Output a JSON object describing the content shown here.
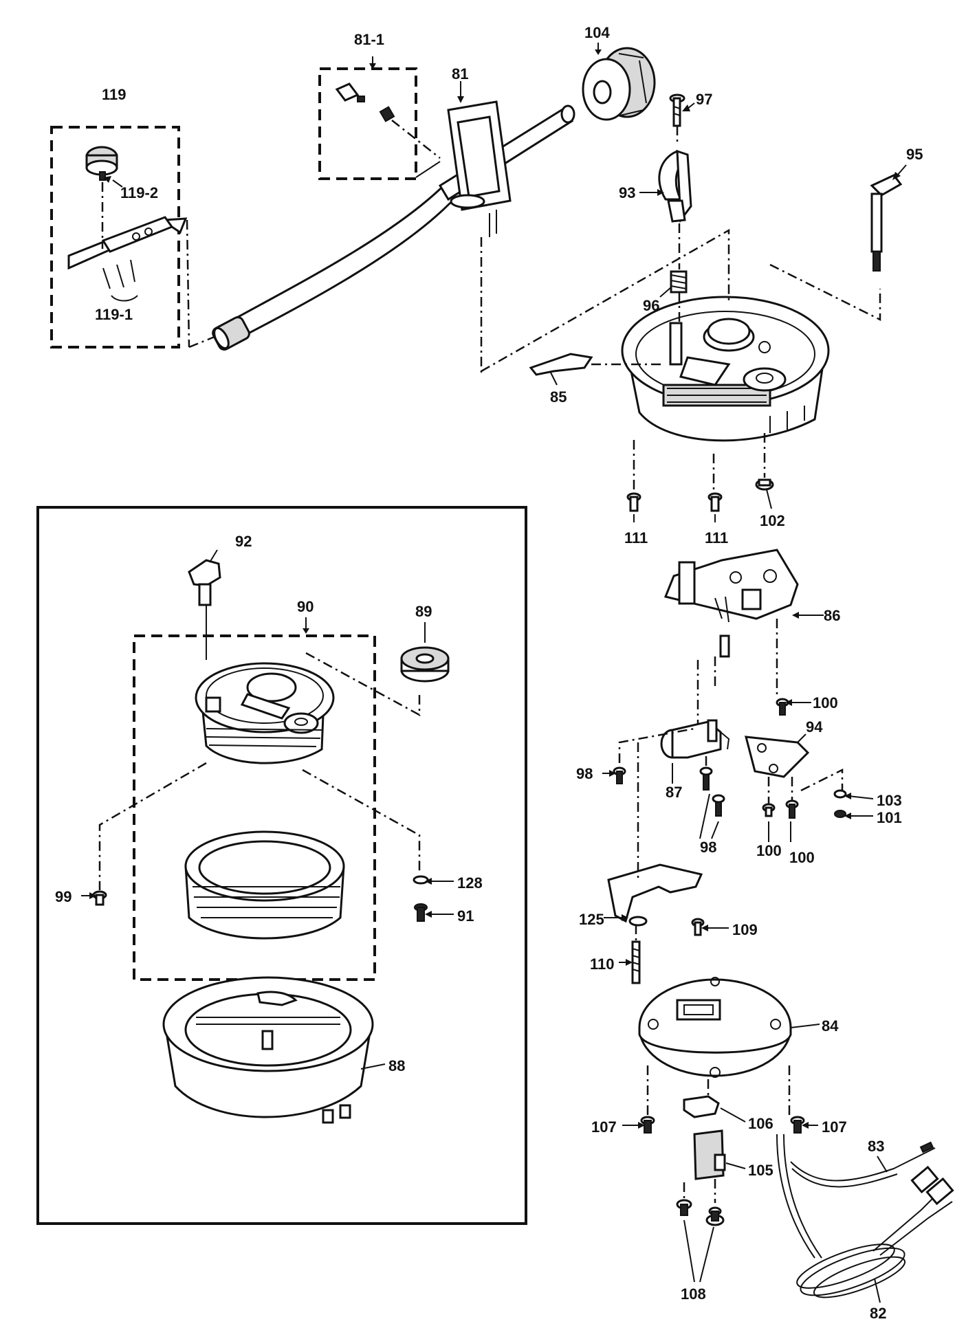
{
  "labels": {
    "p81_1": "81-1",
    "p81": "81",
    "p104": "104",
    "p119": "119",
    "p119_2": "119-2",
    "p119_1": "119-1",
    "p97": "97",
    "p93": "93",
    "p95": "95",
    "p96": "96",
    "p85": "85",
    "p111a": "111",
    "p111b": "111",
    "p102": "102",
    "p92": "92",
    "p90": "90",
    "p89": "89",
    "p86": "86",
    "p100a": "100",
    "p94": "94",
    "p98a": "98",
    "p87": "87",
    "p98b": "98",
    "p100b": "100",
    "p100c": "100",
    "p103": "103",
    "p101": "101",
    "p99": "99",
    "p128": "128",
    "p91": "91",
    "p125": "125",
    "p109": "109",
    "p110": "110",
    "p84": "84",
    "p88": "88",
    "p107a": "107",
    "p106": "106",
    "p107b": "107",
    "p105": "105",
    "p83": "83",
    "p108": "108",
    "p82": "82"
  }
}
